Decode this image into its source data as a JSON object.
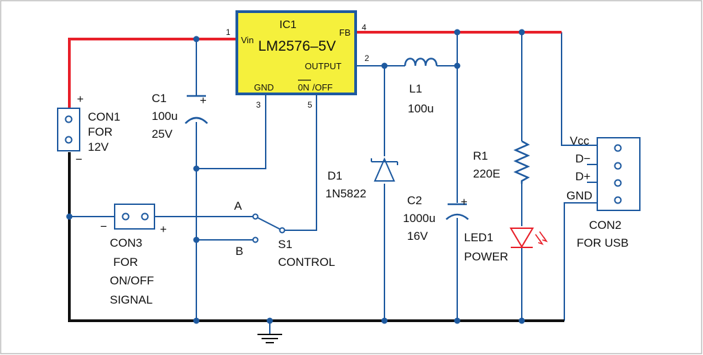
{
  "ic1": {
    "name": "IC1",
    "part": "LM2576–5V",
    "pin_vin": "Vin",
    "pin_fb": "FB",
    "pin_output": "OUTPUT",
    "pin_gnd": "GND",
    "pin_onoff_on": "0N",
    "pin_onoff_off": "/OFF",
    "pin_numbers": {
      "vin": "1",
      "output": "2",
      "gnd": "3",
      "fb": "4",
      "onoff": "5"
    }
  },
  "con1": {
    "name": "CON1",
    "line2": "FOR",
    "line3": "12V",
    "plus": "+",
    "minus": "−"
  },
  "c1": {
    "name": "C1",
    "value": "100u",
    "voltage": "25V",
    "plus": "+"
  },
  "l1": {
    "name": "L1",
    "value": "100u"
  },
  "d1": {
    "name": "D1",
    "part": "1N5822"
  },
  "c2": {
    "name": "C2",
    "value": "1000u",
    "voltage": "16V",
    "plus": "+"
  },
  "r1": {
    "name": "R1",
    "value": "220E"
  },
  "led1": {
    "name": "LED1",
    "label": "POWER"
  },
  "con2": {
    "name": "CON2",
    "line2": "FOR USB",
    "pins": [
      "Vcc",
      "D−",
      "D+",
      "GND"
    ]
  },
  "con3": {
    "name": "CON3",
    "line2": "FOR",
    "line3": "ON/OFF",
    "line4": "SIGNAL",
    "minus": "−",
    "plus": "+"
  },
  "s1": {
    "name": "S1",
    "label": "CONTROL",
    "pos_a": "A",
    "pos_b": "B"
  },
  "colors": {
    "wire": "#1e5aa0",
    "positive_rail": "#e8202a",
    "ground_rail": "#111111",
    "ic_fill": "#f5f03c",
    "led": "#e8202a"
  }
}
